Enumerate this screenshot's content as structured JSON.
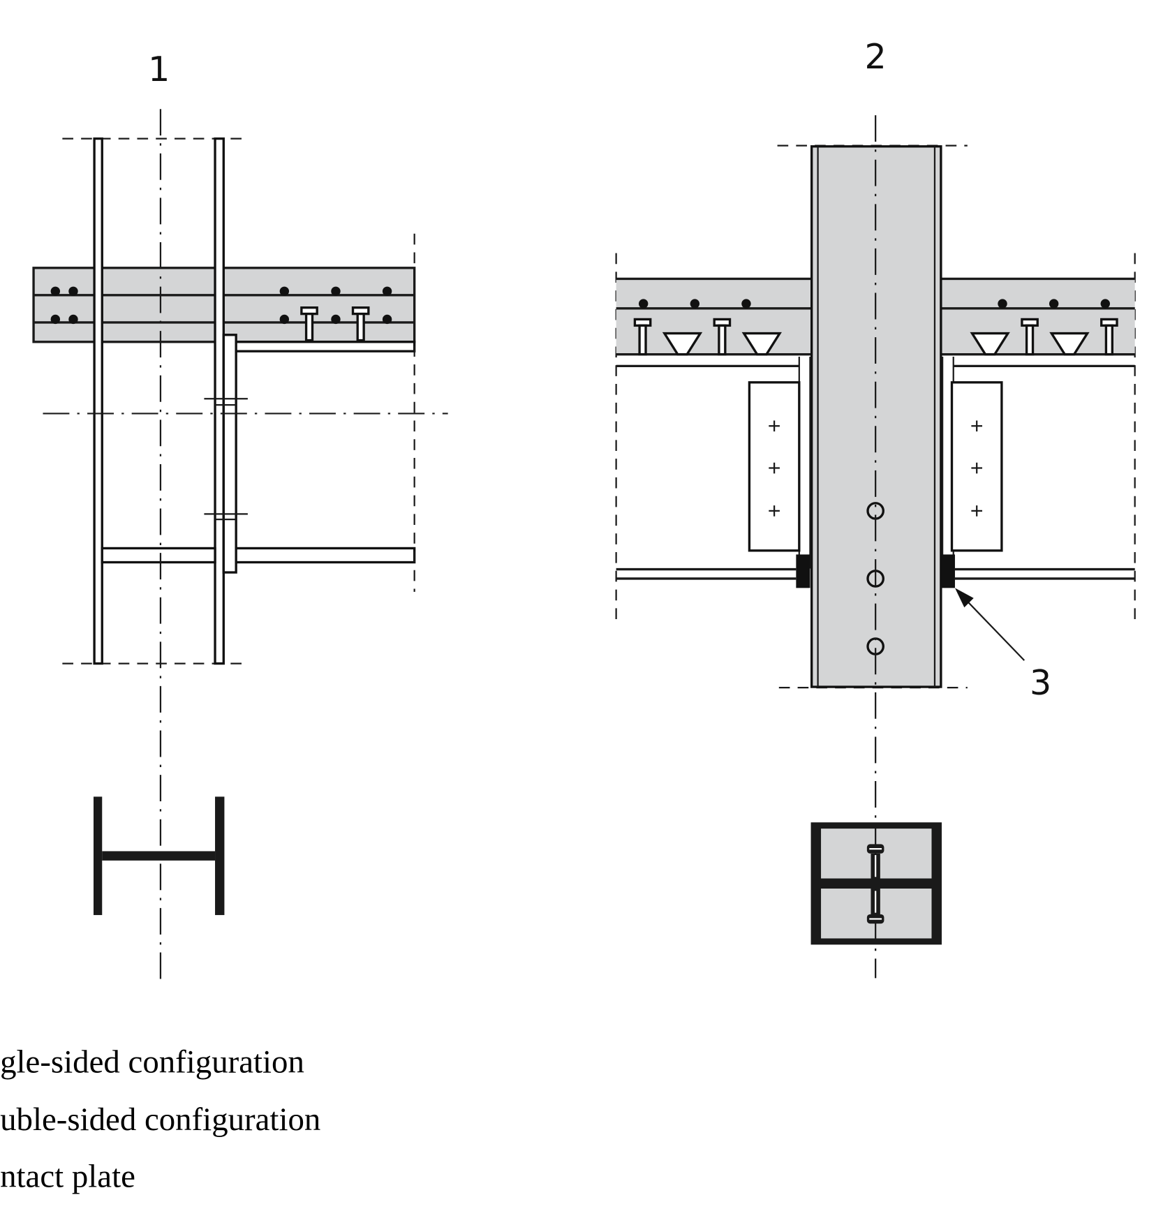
{
  "labels": {
    "single": "1",
    "double": "2",
    "contact": "3"
  },
  "legend": [
    "gle-sided configuration",
    "uble-sided configuration",
    "ntact plate"
  ],
  "colors": {
    "concrete_fill": "#d4d5d6",
    "line": "#1a1a1a"
  }
}
